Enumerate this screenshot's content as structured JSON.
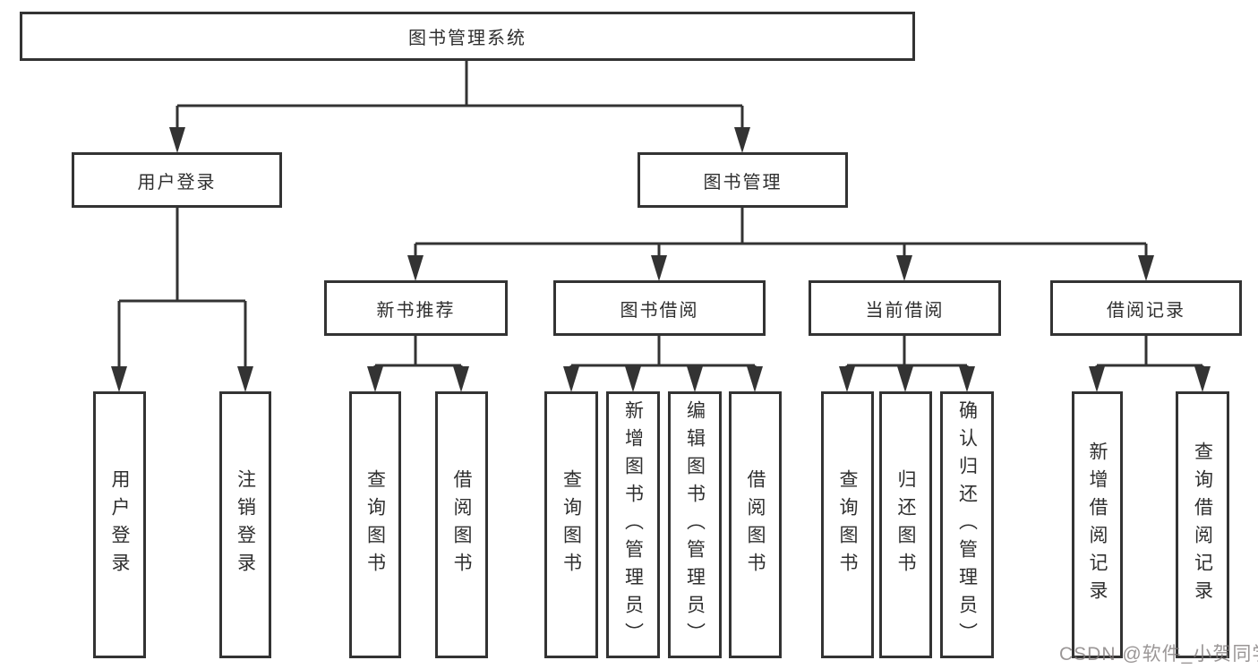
{
  "diagram_type": "hierarchy-tree",
  "tree": {
    "label": "图书管理系统",
    "children": [
      {
        "label": "用户登录",
        "children": [
          {
            "label": "用户登录"
          },
          {
            "label": "注销登录"
          }
        ]
      },
      {
        "label": "图书管理",
        "children": [
          {
            "label": "新书推荐",
            "children": [
              {
                "label": "查询图书"
              },
              {
                "label": "借阅图书"
              }
            ]
          },
          {
            "label": "图书借阅",
            "children": [
              {
                "label": "查询图书"
              },
              {
                "label": "新增图书（管理员）"
              },
              {
                "label": "编辑图书（管理员）"
              },
              {
                "label": "借阅图书"
              }
            ]
          },
          {
            "label": "当前借阅",
            "children": [
              {
                "label": "查询图书"
              },
              {
                "label": "归还图书"
              },
              {
                "label": "确认归还（管理员）"
              }
            ]
          },
          {
            "label": "借阅记录",
            "children": [
              {
                "label": "新增借阅记录"
              },
              {
                "label": "查询借阅记录"
              }
            ]
          }
        ]
      }
    ]
  },
  "watermark": "CSDN @软件_小贺同学",
  "colors": {
    "line": "#333333",
    "box_border": "#333333",
    "text": "#2f2f2f",
    "background": "#ffffff",
    "watermark": "#7d7878"
  }
}
